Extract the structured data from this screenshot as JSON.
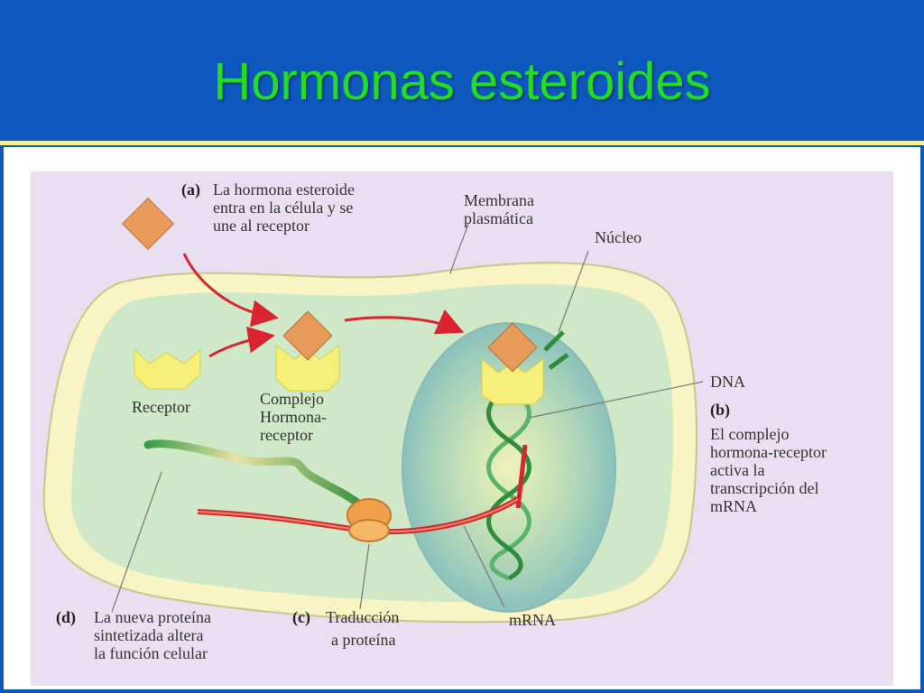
{
  "slide": {
    "title": "Hormonas esteroides"
  },
  "diagram": {
    "step_a": {
      "letter": "(a)",
      "lines": [
        "La hormona esteroide",
        "entra en la célula y se",
        "une al receptor"
      ]
    },
    "membrana": [
      "Membrana",
      "plasmática"
    ],
    "nucleo": "Núcleo",
    "receptor": "Receptor",
    "complejo": [
      "Complejo",
      "Hormona-",
      "receptor"
    ],
    "dna": "DNA",
    "step_b": {
      "letter": "(b)",
      "lines": [
        "El complejo",
        "hormona-receptor",
        "activa la",
        "transcripción del",
        "mRNA"
      ]
    },
    "step_d": {
      "letter": "(d)",
      "lines": [
        "La nueva proteína",
        "sintetizada altera",
        "la función celular"
      ]
    },
    "step_c": {
      "letter": "(c)",
      "lines": [
        "Traducción",
        "a proteína"
      ]
    },
    "mrna": "mRNA",
    "colors": {
      "background": "#0e58bd",
      "title": "#22dd22",
      "cytoplasm": "#cfe8c8",
      "membrane": "#f8f4c4",
      "nucleus": "#8fc6c0",
      "hormone": "#e89a5a",
      "receptor": "#f6ef7a",
      "arrow": "#d8252f"
    }
  }
}
